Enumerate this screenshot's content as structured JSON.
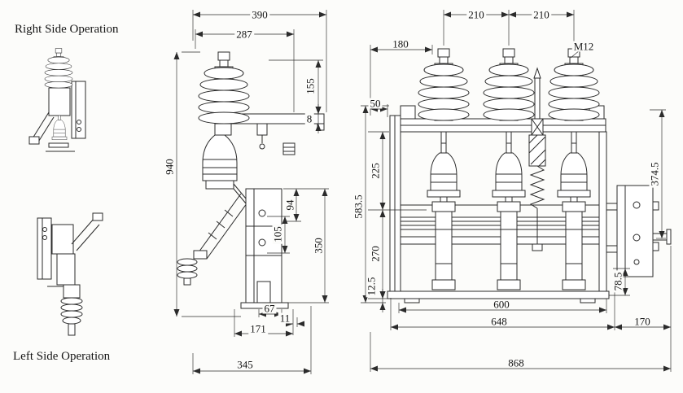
{
  "drawing": {
    "ink_color": "#2b2b2b",
    "background_color": "#fcfcfa",
    "kind": "switchgear outline and mounting dimension drawing"
  },
  "titles": {
    "right_side_operation": "Right Side Operation",
    "left_side_operation": "Left Side Operation"
  },
  "side_view": {
    "dims": {
      "d390": "390",
      "d287": "287",
      "d155": "155",
      "d8": "8",
      "d940": "940",
      "d94": "94",
      "d105": "105",
      "d350": "350",
      "d67": "67",
      "d11": "11",
      "d171": "171",
      "d345": "345"
    }
  },
  "front_view": {
    "dims": {
      "d210a": "210",
      "d210b": "210",
      "d180": "180",
      "m12": "M12",
      "d50": "50",
      "d225": "225",
      "d583_5": "583.5",
      "d270": "270",
      "d374_5": "374.5",
      "d12_5": "12.5",
      "d600": "600",
      "d648": "648",
      "d78_5": "78.5",
      "d170": "170",
      "d868": "868"
    }
  }
}
